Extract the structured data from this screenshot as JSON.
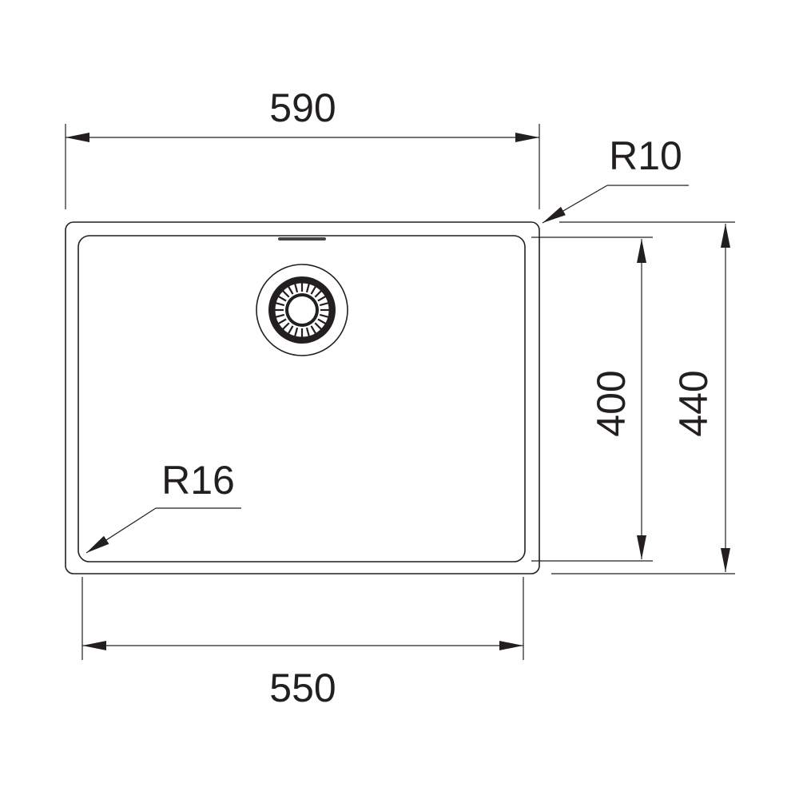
{
  "drawing": {
    "title": "Sink dimension drawing",
    "dimensions": {
      "overall_width": "590",
      "bowl_width": "550",
      "overall_depth": "440",
      "bowl_depth": "400",
      "outer_corner_radius": "R10",
      "bowl_corner_radius": "R16"
    },
    "line_color": "#231f20"
  }
}
